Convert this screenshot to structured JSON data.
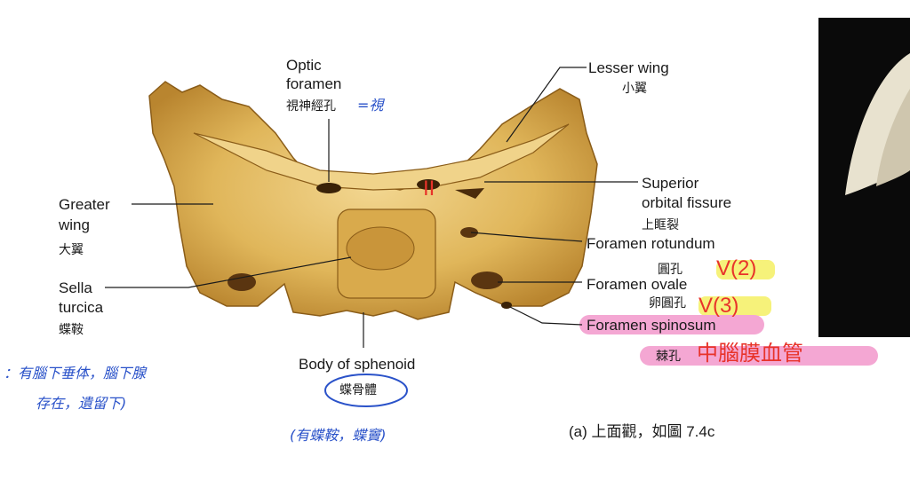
{
  "labels": {
    "optic_foramen": "Optic",
    "optic_foramen_2": "foramen",
    "optic_foramen_zh": "視神經孔",
    "lesser_wing": "Lesser wing",
    "lesser_wing_zh": "小翼",
    "greater_wing": "Greater",
    "greater_wing_2": "wing",
    "greater_wing_zh": "大翼",
    "superior_orbital_fissure": "Superior",
    "superior_orbital_fissure_2": "orbital fissure",
    "superior_orbital_fissure_zh": "上眶裂",
    "foramen_rotundum": "Foramen rotundum",
    "foramen_rotundum_zh": "圓孔",
    "sella_turcica": "Sella",
    "sella_turcica_2": "turcica",
    "sella_turcica_zh": "蝶鞍",
    "foramen_ovale": "Foramen ovale",
    "foramen_ovale_zh": "卵圓孔",
    "foramen_spinosum": "Foramen spinosum",
    "foramen_spinosum_zh": "棘孔",
    "body_of_sphenoid": "Body of sphenoid",
    "body_of_sphenoid_zh": "蝶骨體",
    "caption": "(a) 上面觀，如圖 7.4c"
  },
  "annotations": {
    "optic_note": "=視",
    "roman_two": "II",
    "v2": "V(2)",
    "v3": "V(3)",
    "spinosum_note": "中腦膜血管",
    "sella_note_1": "：有腦下垂体，腦下腺",
    "sella_note_2": "存在，遺留下)",
    "body_note": "(有蝶鞍，蝶竇)"
  },
  "colors": {
    "bone": "#e0b65a",
    "bone_dark": "#9a6a1c",
    "red_ink": "#e8332a",
    "blue_ink": "#2a52c9",
    "yellow_highlight": "#f6f27a",
    "pink_highlight": "#f4a7d3"
  }
}
